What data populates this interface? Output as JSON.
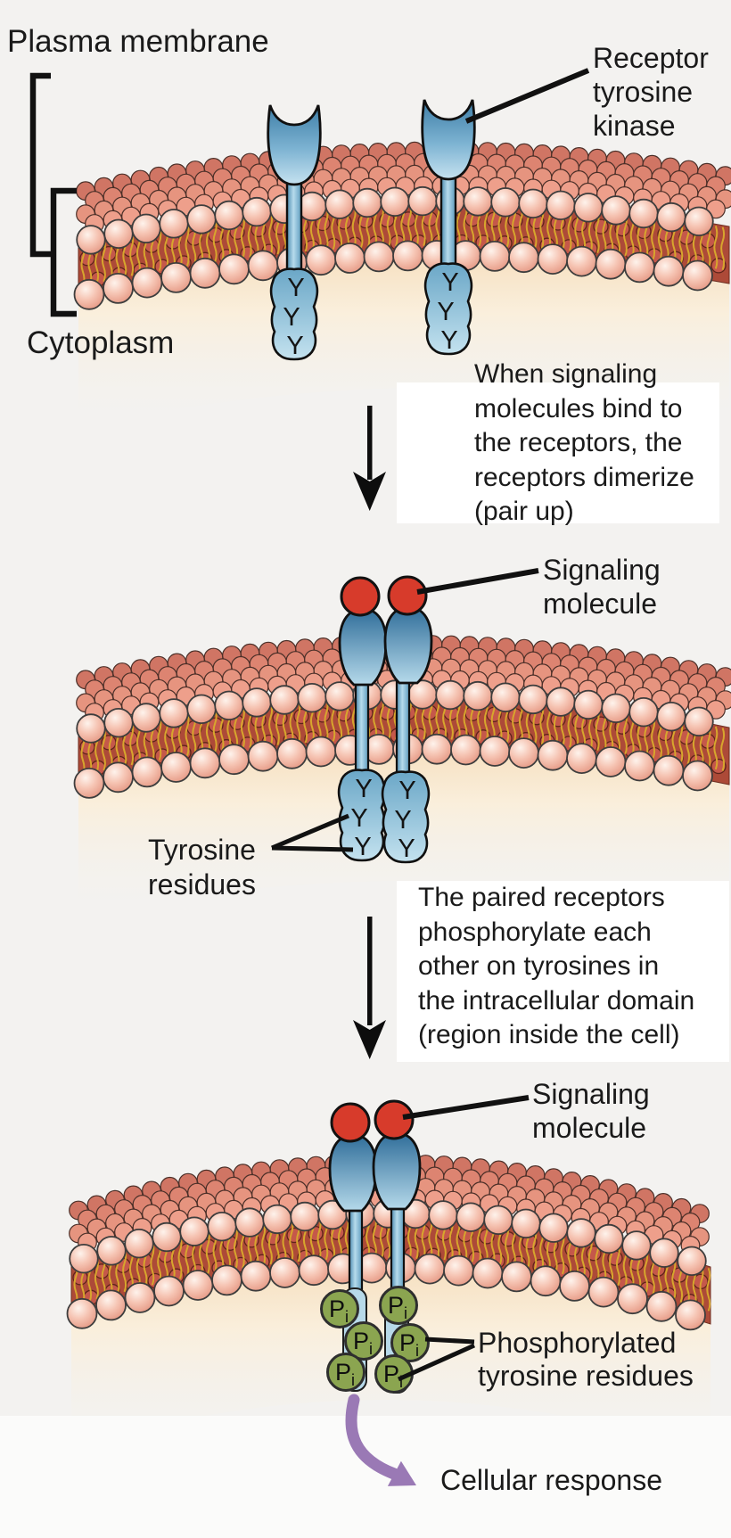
{
  "figure": {
    "labels": {
      "plasma_membrane": "Plasma membrane",
      "cytoplasm": "Cytoplasm",
      "receptor_tyrosine_kinase": "Receptor\ntyrosine\nkinase",
      "signaling_molecule": "Signaling\nmolecule",
      "tyrosine_residues": "Tyrosine\nresidues",
      "phosphorylated_tyrosine_residues": "Phosphorylated\ntyrosine residues",
      "cellular_response": "Cellular response"
    },
    "steps": [
      "When signaling\nmolecules bind to\nthe receptors, the\nreceptors dimerize\n(pair up)",
      "The paired receptors\nphosphorylate each\nother on tyrosines in\nthe intracellular domain\n(region inside the cell)"
    ],
    "molecules": {
      "tyrosine_letter": "Y",
      "phosphate_symbol": "P",
      "phosphate_subscript": "i"
    },
    "colors": {
      "signal_red": "#d73b2b",
      "phosphate_green": "#8ba550",
      "response_purple": "#9a79b5",
      "receptor_blue": "#7db3d2",
      "lipid_head_pink": "#f2b6a5",
      "lipid_back_red": "#e18a78",
      "lipid_tail_yellow": "#d7a62d",
      "tail_bg_red": "#ad4a38",
      "tail_inner_red": "#c5584a",
      "background_cream": "#f8e3c2",
      "line_black": "#111111"
    }
  }
}
